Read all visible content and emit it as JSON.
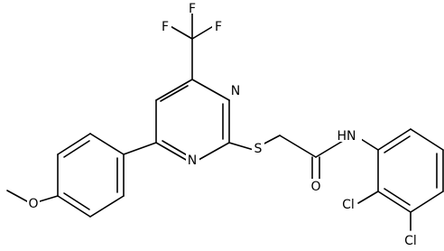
{
  "molecule": {
    "atoms": {
      "F1": "F",
      "F2": "F",
      "F3": "F",
      "N1": "N",
      "N2": "N",
      "S": "S",
      "NH": "N",
      "H": "H",
      "O_carbonyl": "O",
      "O_methoxy": "O",
      "Cl1": "Cl",
      "Cl2": "Cl"
    },
    "colors": {
      "bond": "#000000",
      "label": "#000000",
      "background": "#ffffff"
    }
  }
}
